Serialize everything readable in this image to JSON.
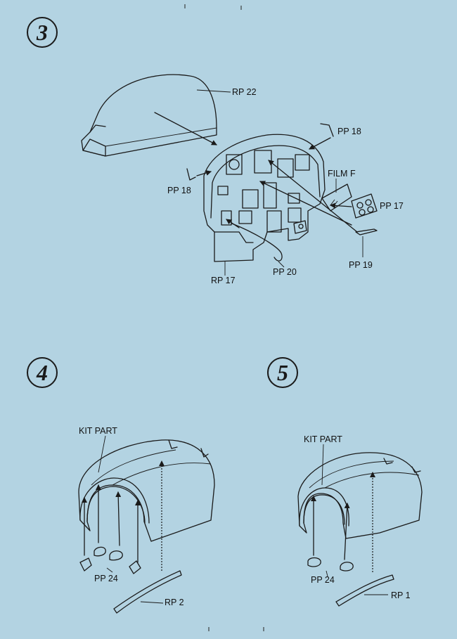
{
  "steps": {
    "s3": "3",
    "s4": "4",
    "s5": "5"
  },
  "labels": {
    "rp22": "RP 22",
    "pp18_top": "PP 18",
    "pp18_left": "PP 18",
    "film_f": "FILM F",
    "pp17": "PP 17",
    "pp19": "PP 19",
    "pp20": "PP 20",
    "rp17": "RP 17",
    "kit_part_4": "KIT PART",
    "pp24_4": "PP 24",
    "rp2": "RP 2",
    "kit_part_5": "KIT PART",
    "pp24_5": "PP 24",
    "rp1": "RP 1"
  },
  "colors": {
    "background": "#b3d3e2",
    "ink": "#1a1a1a"
  }
}
